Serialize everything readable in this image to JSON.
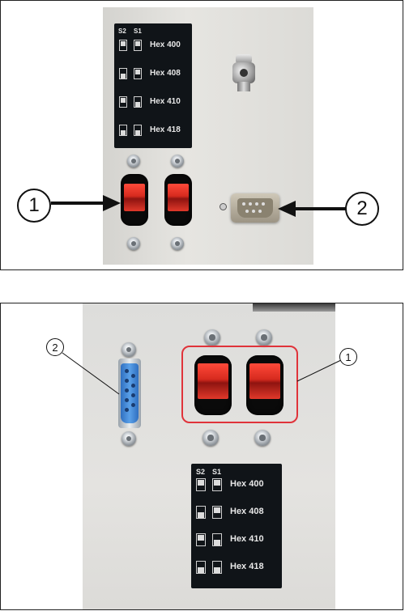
{
  "top_figure": {
    "label_panel": {
      "col_s2": "S2",
      "col_s1": "S1",
      "rows": [
        {
          "label": "Hex 400"
        },
        {
          "label": "Hex 408"
        },
        {
          "label": "Hex 410"
        },
        {
          "label": "Hex 418"
        }
      ]
    },
    "callouts": [
      "1",
      "2"
    ]
  },
  "bottom_figure": {
    "label_panel": {
      "col_s2": "S2",
      "col_s1": "S1",
      "rows": [
        {
          "label": "Hex 400"
        },
        {
          "label": "Hex 408"
        },
        {
          "label": "Hex 410"
        },
        {
          "label": "Hex 418"
        }
      ]
    },
    "callouts": [
      "2",
      "1"
    ],
    "highlight_color": "#e0333a"
  },
  "colors": {
    "panel": "#dedddb",
    "rocker_red": "#d8281e",
    "connector_blue": "#4a8fd8",
    "connector_metal": "#b8b1a2",
    "decal": "#101418"
  }
}
